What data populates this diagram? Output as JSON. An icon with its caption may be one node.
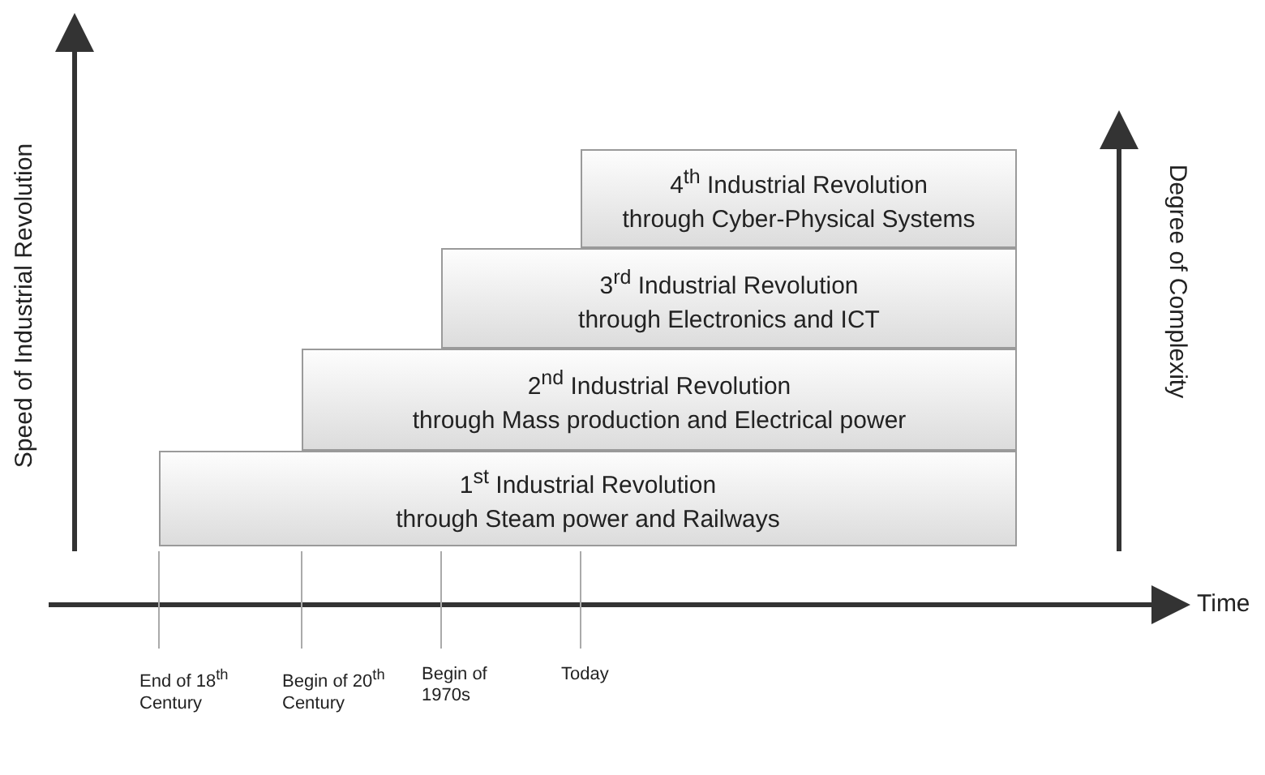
{
  "diagram": {
    "nodes": [
      {
        "text": [
          "1$^{st}$ Industrial Revolution",
          "through Steam power and Railways"
        ]
      },
      {
        "text": [
          "2$^{nd}$ Industrial Revolution",
          "through Mass production and Electrical power"
        ]
      },
      {
        "text": [
          "3$^{rd}$ Industrial Revolution",
          "through Electronics and ICT"
        ]
      },
      {
        "text": [
          "4$^{th}$ Industrial Revolution",
          "through Cyber-Physical Systems"
        ]
      }
    ],
    "edges": [],
    "labels": [
      "Speed of Industrial Revolution",
      "Degree of Complexity",
      "Time",
      "End of 18$^{th}$ Century",
      "Begin of 20$^{th}$ Century",
      "Begin of 1970s",
      "Today"
    ]
  }
}
